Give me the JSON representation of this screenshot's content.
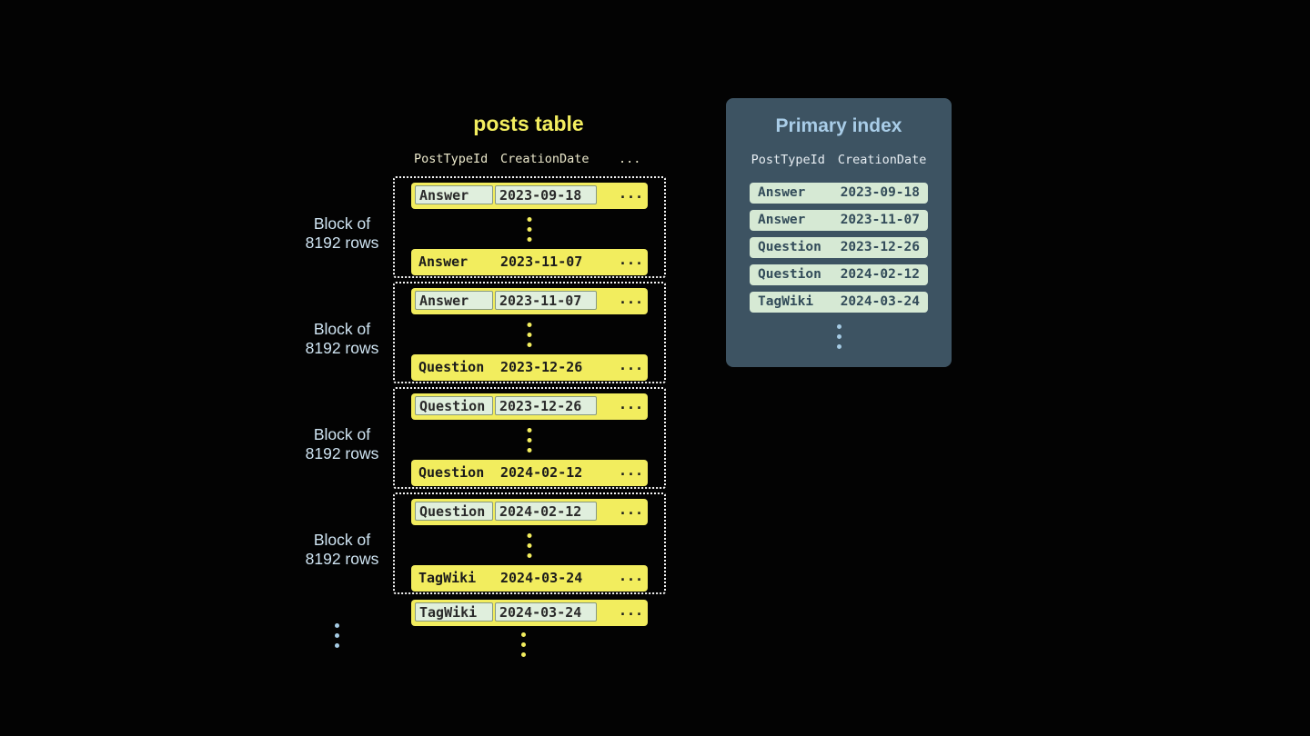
{
  "colors": {
    "background": "#030303",
    "row_yellow": "#f2ed5e",
    "highlight_mint": "#e0efdd",
    "index_row_mint": "#d6e9d4",
    "panel_slate": "#3d5362",
    "label_blue": "#cfe4f2",
    "index_title_blue": "#a9cde8",
    "posts_title_yellow": "#f3ee5f"
  },
  "posts_table": {
    "title": "posts table",
    "headers": {
      "col1": "PostTypeId",
      "col2": "CreationDate",
      "ellipsis": "..."
    },
    "row_ellipsis": "...",
    "blocks": [
      {
        "label_line1": "Block of",
        "label_line2": "8192 rows",
        "first": {
          "type": "Answer",
          "date": "2023-09-18"
        },
        "last": {
          "type": "Answer",
          "date": "2023-11-07"
        }
      },
      {
        "label_line1": "Block of",
        "label_line2": "8192 rows",
        "first": {
          "type": "Answer",
          "date": "2023-11-07"
        },
        "last": {
          "type": "Question",
          "date": "2023-12-26"
        }
      },
      {
        "label_line1": "Block of",
        "label_line2": "8192 rows",
        "first": {
          "type": "Question",
          "date": "2023-12-26"
        },
        "last": {
          "type": "Question",
          "date": "2024-02-12"
        }
      },
      {
        "label_line1": "Block of",
        "label_line2": "8192 rows",
        "first": {
          "type": "Question",
          "date": "2024-02-12"
        },
        "last": {
          "type": "TagWiki",
          "date": "2024-03-24"
        }
      }
    ],
    "overflow_row": {
      "type": "TagWiki",
      "date": "2024-03-24"
    }
  },
  "primary_index": {
    "title": "Primary index",
    "headers": {
      "col1": "PostTypeId",
      "col2": "CreationDate"
    },
    "rows": [
      {
        "type": "Answer",
        "date": "2023-09-18"
      },
      {
        "type": "Answer",
        "date": "2023-11-07"
      },
      {
        "type": "Question",
        "date": "2023-12-26"
      },
      {
        "type": "Question",
        "date": "2024-02-12"
      },
      {
        "type": "TagWiki",
        "date": "2024-03-24"
      }
    ]
  }
}
